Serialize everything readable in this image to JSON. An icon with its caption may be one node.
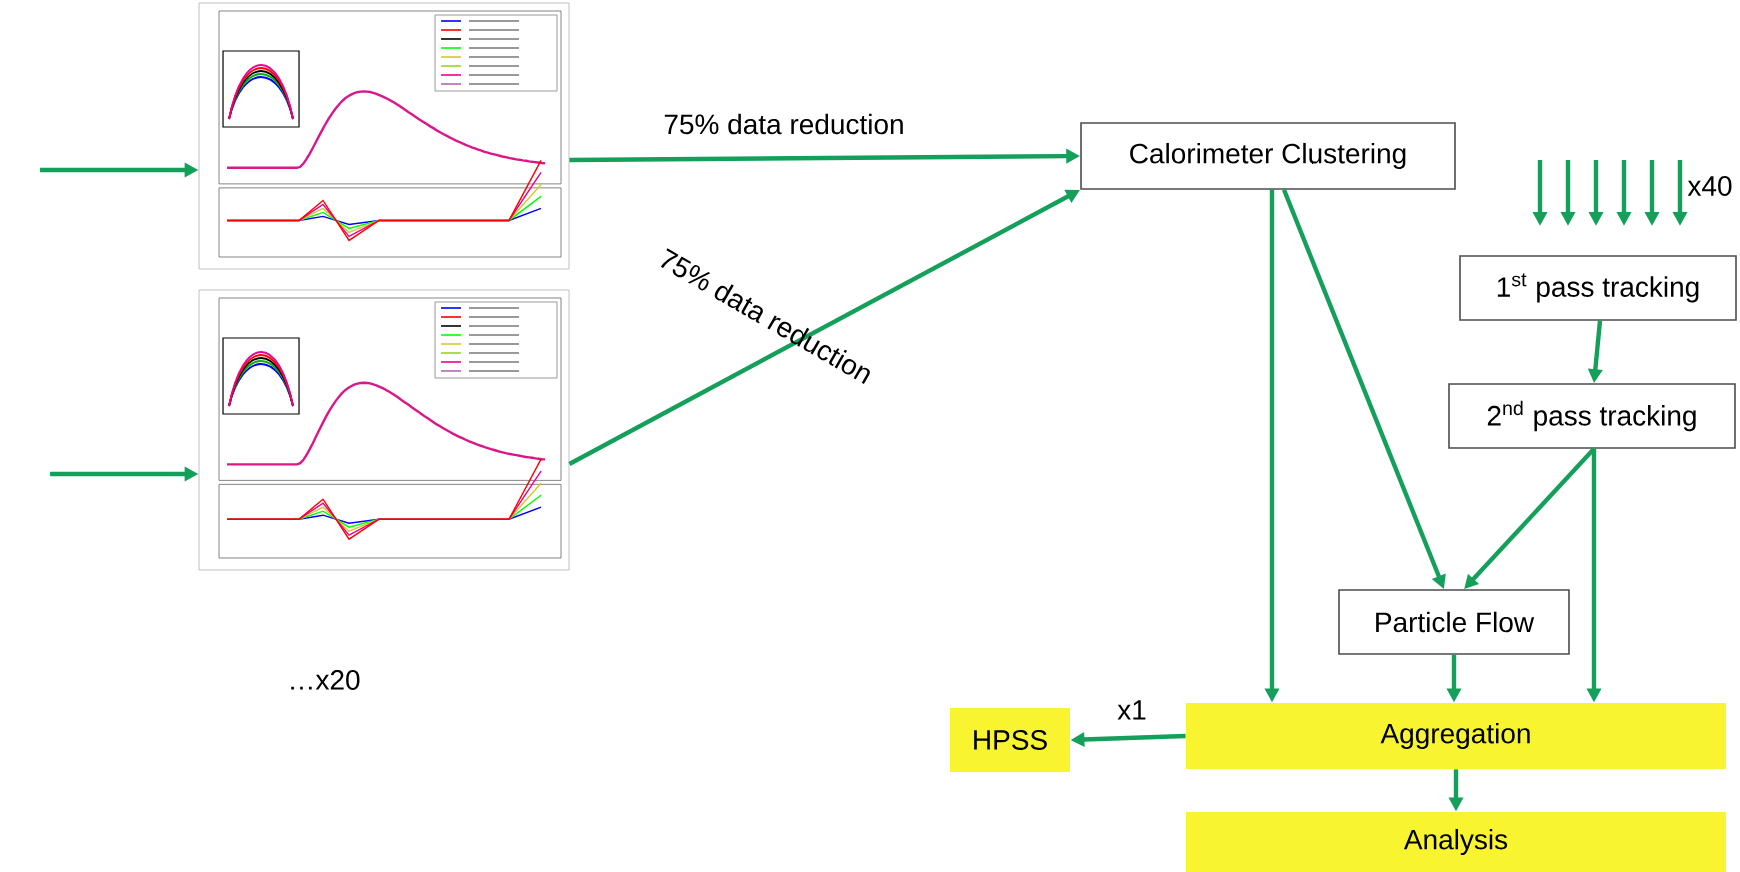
{
  "diagram": {
    "nodes": [
      {
        "text": [],
        "shape": "picture"
      },
      {
        "text": [],
        "shape": "picture"
      },
      {
        "text": [
          "Calorimeter Clustering"
        ]
      },
      {
        "text": [
          "1$^{st}$ pass tracking"
        ]
      },
      {
        "text": [
          "2$^{nd}$ pass tracking"
        ]
      },
      {
        "text": [
          "Particle Flow"
        ]
      },
      {
        "text": [
          "HPSS"
        ]
      },
      {
        "text": [
          "Aggregation"
        ]
      },
      {
        "text": [
          "Analysis"
        ]
      }
    ],
    "edges": [
      {
        "from": null,
        "to": 0,
        "arrow": "to"
      },
      {
        "from": null,
        "to": 1,
        "arrow": "to"
      },
      {
        "from": 0,
        "to": 2,
        "arrow": "to",
        "label": "75% data reduction"
      },
      {
        "from": 1,
        "to": 2,
        "arrow": "to",
        "label": "75% data reduction"
      },
      {
        "from": 2,
        "to": 7,
        "arrow": "to"
      },
      {
        "from": 2,
        "to": 5,
        "arrow": "to"
      },
      {
        "from": 3,
        "to": 4,
        "arrow": "to"
      },
      {
        "from": 4,
        "to": 5,
        "arrow": "to"
      },
      {
        "from": 4,
        "to": 7,
        "arrow": "to"
      },
      {
        "from": 5,
        "to": 7,
        "arrow": "to"
      },
      {
        "from": 7,
        "to": 6,
        "arrow": "to",
        "label": "x1"
      },
      {
        "from": 7,
        "to": 8,
        "arrow": "to"
      }
    ],
    "labels": [
      "x40",
      "…x20"
    ]
  }
}
